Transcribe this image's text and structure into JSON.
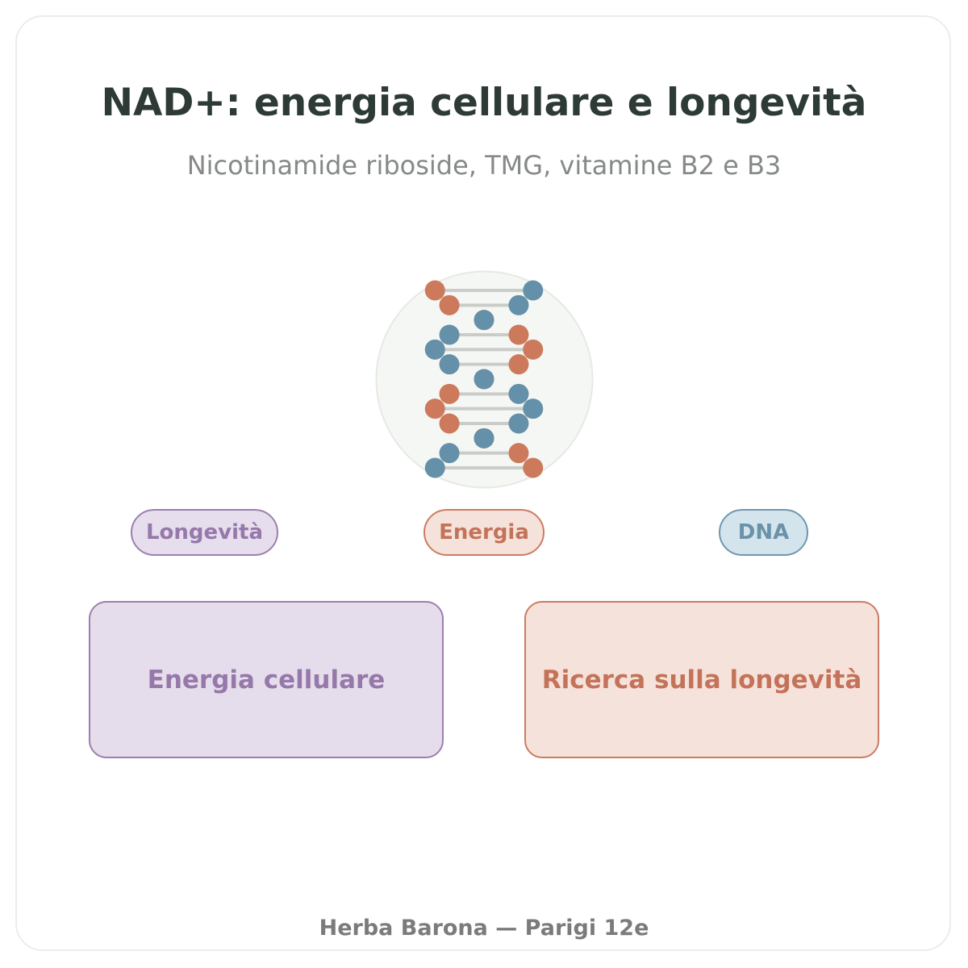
{
  "header": {
    "title": "NAD+: energia cellulare e longevità",
    "subtitle": "Nicotinamide riboside, TMG, vitamine B2 e B3"
  },
  "illustration": {
    "icon": "dna-helix-icon",
    "colors": {
      "strand_a": "#cd7a5c",
      "strand_b": "#6590a9",
      "rung": "#c9ccc8",
      "circle_fill": "#f5f7f4",
      "circle_border": "#e6e9e4"
    }
  },
  "tags": [
    {
      "label": "Longevità",
      "color": "#9678aa"
    },
    {
      "label": "Energia",
      "color": "#c4735a"
    },
    {
      "label": "DNA",
      "color": "#6a92a9"
    }
  ],
  "boxes": [
    {
      "label": "Energia cellulare",
      "color": "#9678aa"
    },
    {
      "label": "Ricerca sulla longevità",
      "color": "#c4735a"
    }
  ],
  "footer": {
    "text": "Herba Barona — Parigi 12e"
  }
}
